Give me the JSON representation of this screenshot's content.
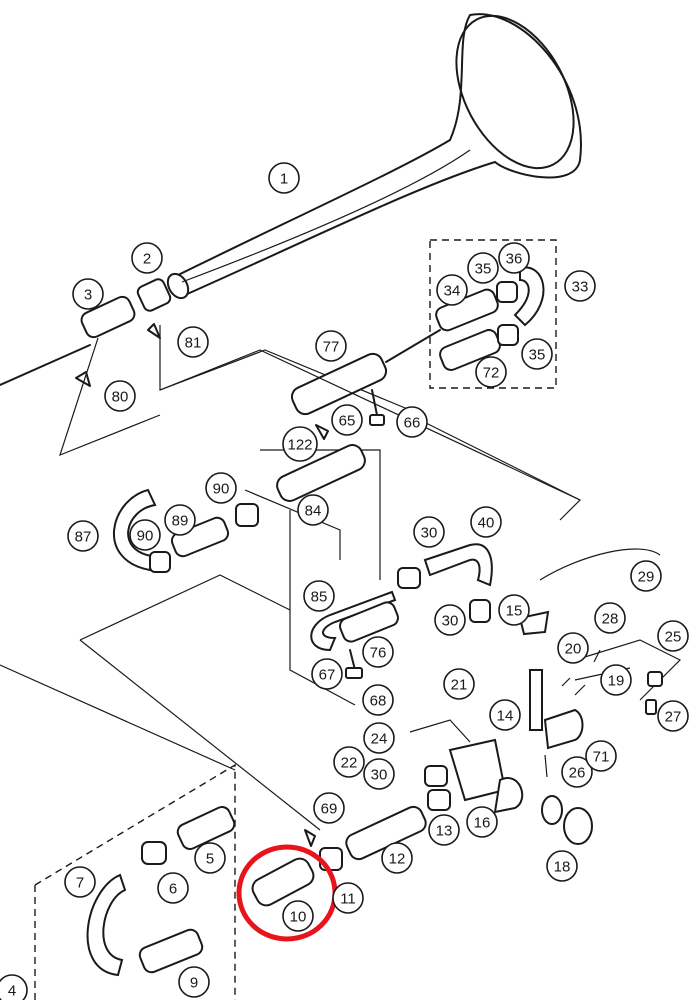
{
  "callouts": [
    {
      "id": "c1",
      "label": "1"
    },
    {
      "id": "c2",
      "label": "2"
    },
    {
      "id": "c3",
      "label": "3"
    },
    {
      "id": "c4",
      "label": "4"
    },
    {
      "id": "c5",
      "label": "5"
    },
    {
      "id": "c6",
      "label": "6"
    },
    {
      "id": "c7",
      "label": "7"
    },
    {
      "id": "c9",
      "label": "9"
    },
    {
      "id": "c10",
      "label": "10"
    },
    {
      "id": "c11",
      "label": "11"
    },
    {
      "id": "c12",
      "label": "12"
    },
    {
      "id": "c13",
      "label": "13"
    },
    {
      "id": "c14",
      "label": "14"
    },
    {
      "id": "c15",
      "label": "15"
    },
    {
      "id": "c16",
      "label": "16"
    },
    {
      "id": "c18",
      "label": "18"
    },
    {
      "id": "c19",
      "label": "19"
    },
    {
      "id": "c20",
      "label": "20"
    },
    {
      "id": "c21",
      "label": "21"
    },
    {
      "id": "c22",
      "label": "22"
    },
    {
      "id": "c24",
      "label": "24"
    },
    {
      "id": "c25",
      "label": "25"
    },
    {
      "id": "c26",
      "label": "26"
    },
    {
      "id": "c27",
      "label": "27"
    },
    {
      "id": "c28",
      "label": "28"
    },
    {
      "id": "c29",
      "label": "29"
    },
    {
      "id": "c30a",
      "label": "30"
    },
    {
      "id": "c30b",
      "label": "30"
    },
    {
      "id": "c30c",
      "label": "30"
    },
    {
      "id": "c33",
      "label": "33"
    },
    {
      "id": "c34",
      "label": "34"
    },
    {
      "id": "c35a",
      "label": "35"
    },
    {
      "id": "c35b",
      "label": "35"
    },
    {
      "id": "c36",
      "label": "36"
    },
    {
      "id": "c40",
      "label": "40"
    },
    {
      "id": "c65",
      "label": "65"
    },
    {
      "id": "c66",
      "label": "66"
    },
    {
      "id": "c67",
      "label": "67"
    },
    {
      "id": "c68",
      "label": "68"
    },
    {
      "id": "c69",
      "label": "69"
    },
    {
      "id": "c71",
      "label": "71"
    },
    {
      "id": "c72",
      "label": "72"
    },
    {
      "id": "c76",
      "label": "76"
    },
    {
      "id": "c77",
      "label": "77"
    },
    {
      "id": "c80",
      "label": "80"
    },
    {
      "id": "c81",
      "label": "81"
    },
    {
      "id": "c84",
      "label": "84"
    },
    {
      "id": "c85",
      "label": "85"
    },
    {
      "id": "c87",
      "label": "87"
    },
    {
      "id": "c89",
      "label": "89"
    },
    {
      "id": "c90a",
      "label": "90"
    },
    {
      "id": "c90b",
      "label": "90"
    },
    {
      "id": "c122",
      "label": "122"
    }
  ],
  "highlight": {
    "target": "10",
    "color": "#e8141c"
  },
  "colors": {
    "ink": "#1a1a1a",
    "background": "#ffffff"
  }
}
